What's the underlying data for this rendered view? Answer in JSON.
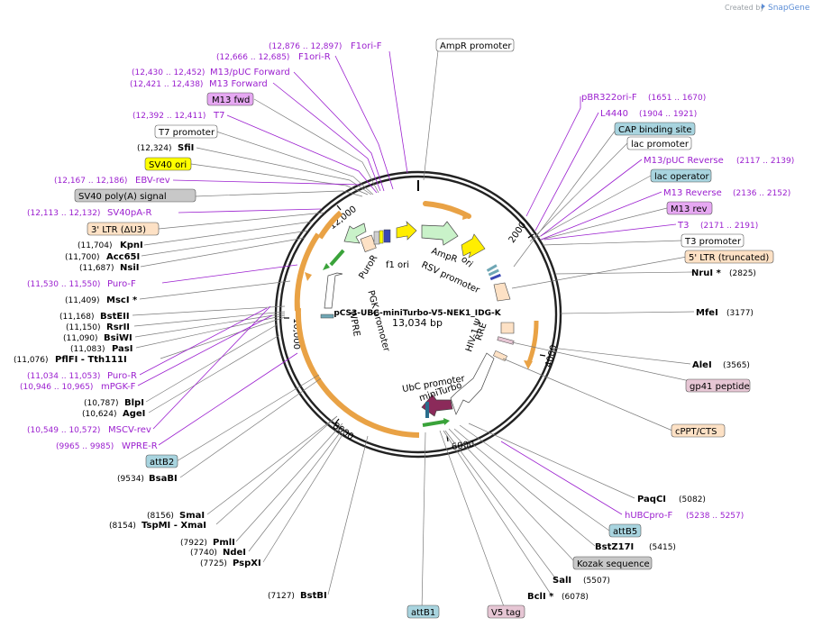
{
  "header": {
    "created_by": "Created by",
    "brand": "SnapGene"
  },
  "plasmid": {
    "name": "pCS3-UBC-miniTurbo-V5-NEK1_IDG-K",
    "size": "13,034 bp"
  },
  "ticks": [
    "2000",
    "4000",
    "6000",
    "8000",
    "10,000",
    "12,000"
  ],
  "inner_features": {
    "f1_ori": "f1 ori",
    "puro": "PuroR",
    "pgk": "PGK promoter",
    "wpre": "WPRE",
    "ampr": "AmpR",
    "ori": "ori",
    "rsv": "RSV promoter",
    "hiv": "HIV-1 Ψ",
    "rre": "RRE",
    "ubc": "UbC promoter",
    "miniturbo": "miniTurbo"
  },
  "labels": {
    "f1ori_f": {
      "range": "(12,876 .. 12,897)",
      "name": "F1ori-F"
    },
    "f1ori_r": {
      "range": "(12,666 .. 12,685)",
      "name": "F1ori-R"
    },
    "m13_puc_fwd": {
      "range": "(12,430 .. 12,452)",
      "name": "M13/pUC Forward"
    },
    "m13_forward": {
      "range": "(12,421 .. 12,438)",
      "name": "M13 Forward"
    },
    "m13_fwd": {
      "name": "M13 fwd"
    },
    "t7": {
      "range": "(12,392 .. 12,411)",
      "name": "T7"
    },
    "t7_promoter": {
      "name": "T7 promoter"
    },
    "sfii": {
      "pos": "(12,324)",
      "name": "SfiI"
    },
    "sv40_ori": {
      "name": "SV40 ori"
    },
    "ebv_rev": {
      "range": "(12,167 .. 12,186)",
      "name": "EBV-rev"
    },
    "sv40_polya": {
      "name": "SV40 poly(A) signal"
    },
    "sv40pa_r": {
      "range": "(12,113 .. 12,132)",
      "name": "SV40pA-R"
    },
    "ltr3": {
      "name": "3' LTR (ΔU3)"
    },
    "kpni": {
      "pos": "(11,704)",
      "name": "KpnI"
    },
    "acc65i": {
      "pos": "(11,700)",
      "name": "Acc65I"
    },
    "nsii": {
      "pos": "(11,687)",
      "name": "NsiI"
    },
    "puro_f": {
      "range": "(11,530 .. 11,550)",
      "name": "Puro-F"
    },
    "msci": {
      "pos": "(11,409)",
      "name": "MscI *"
    },
    "bsteii": {
      "pos": "(11,168)",
      "name": "BstEII"
    },
    "rsrii": {
      "pos": "(11,150)",
      "name": "RsrII"
    },
    "bsiwi": {
      "pos": "(11,090)",
      "name": "BsiWI"
    },
    "pasi": {
      "pos": "(11,083)",
      "name": "PasI"
    },
    "pflfi": {
      "pos": "(11,076)",
      "name": "PflFI - Tth111I"
    },
    "puro_r": {
      "range": "(11,034 .. 11,053)",
      "name": "Puro-R"
    },
    "mpgk_f": {
      "range": "(10,946 .. 10,965)",
      "name": "mPGK-F"
    },
    "blpi": {
      "pos": "(10,787)",
      "name": "BlpI"
    },
    "agei": {
      "pos": "(10,624)",
      "name": "AgeI"
    },
    "mscv_rev": {
      "range": "(10,549 .. 10,572)",
      "name": "MSCV-rev"
    },
    "wpre_r": {
      "range": "(9965 .. 9985)",
      "name": "WPRE-R"
    },
    "attb2": {
      "name": "attB2"
    },
    "bsabi": {
      "pos": "(9534)",
      "name": "BsaBI"
    },
    "smai": {
      "pos": "(8156)",
      "name": "SmaI"
    },
    "tspmi": {
      "pos": "(8154)",
      "name": "TspMI - XmaI"
    },
    "pmli": {
      "pos": "(7922)",
      "name": "PmlI"
    },
    "ndei": {
      "pos": "(7740)",
      "name": "NdeI"
    },
    "pspxi": {
      "pos": "(7725)",
      "name": "PspXI"
    },
    "bstbi": {
      "pos": "(7127)",
      "name": "BstBI"
    },
    "attb1": {
      "name": "attB1"
    },
    "v5_tag": {
      "name": "V5 tag"
    },
    "bcli": {
      "name": "BclI *",
      "pos": "(6078)"
    },
    "sali": {
      "name": "SalI",
      "pos": "(5507)"
    },
    "kozak": {
      "name": "Kozak sequence"
    },
    "bstz17i": {
      "name": "BstZ17I",
      "pos": "(5415)"
    },
    "attb5": {
      "name": "attB5"
    },
    "hubcpro_f": {
      "name": "hUBCpro-F",
      "range": "(5238 .. 5257)"
    },
    "paqci": {
      "name": "PaqCI",
      "pos": "(5082)"
    },
    "cppt": {
      "name": "cPPT/CTS"
    },
    "gp41": {
      "name": "gp41 peptide"
    },
    "alei": {
      "name": "AleI",
      "pos": "(3565)"
    },
    "mfei": {
      "name": "MfeI",
      "pos": "(3177)"
    },
    "nrui": {
      "name": "NruI *",
      "pos": "(2825)"
    },
    "ltr5": {
      "name": "5' LTR (truncated)"
    },
    "t3_promoter": {
      "name": "T3 promoter"
    },
    "t3": {
      "name": "T3",
      "range": "(2171 .. 2191)"
    },
    "m13_rev": {
      "name": "M13 rev"
    },
    "m13_reverse": {
      "name": "M13 Reverse",
      "range": "(2136 .. 2152)"
    },
    "lac_operator": {
      "name": "lac operator"
    },
    "m13_puc_rev": {
      "name": "M13/pUC Reverse",
      "range": "(2117 .. 2139)"
    },
    "lac_promoter": {
      "name": "lac promoter"
    },
    "cap": {
      "name": "CAP binding site"
    },
    "l4440": {
      "name": "L4440",
      "range": "(1904 .. 1921)"
    },
    "pbr322": {
      "name": "pBR322ori-F",
      "range": "(1651 .. 1670)"
    },
    "ampr_promoter": {
      "name": "AmpR promoter"
    }
  },
  "colors": {
    "primer": "#9b1fcf",
    "enzyme_line": "#7a7a7a",
    "backbone": "#222222",
    "orange_feature": "#e9a245",
    "green_feature": "#3aa33a",
    "ampr_fill": "#c9f2c9",
    "ori_fill": "#ffee00",
    "miniturbo_fill": "#8b2a5a",
    "ltr_fill": "#fde1c5",
    "sv40ori_fill": "#ffff00",
    "grey_fill": "#c8c8c8",
    "blue_fill": "#a8d4df",
    "pink_fill": "#e6c6d4",
    "violet_fill": "#e6a8f2"
  }
}
